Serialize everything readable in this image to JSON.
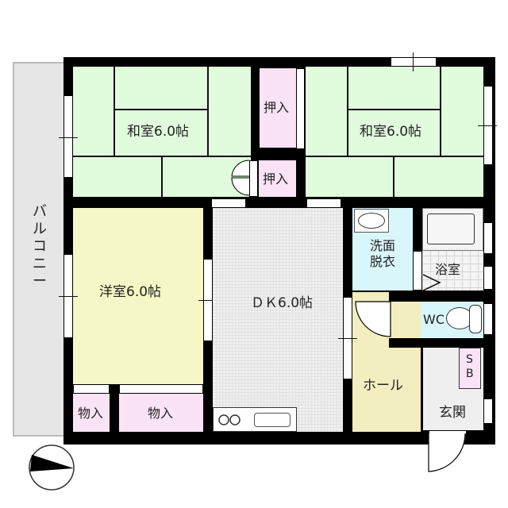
{
  "floorplan": {
    "balcony": {
      "label": "バルコニー"
    },
    "rooms": {
      "washitsu_left": {
        "label": "和室6.0帖",
        "type": "japanese-room",
        "size_jo": 6.0
      },
      "washitsu_right": {
        "label": "和室6.0帖",
        "type": "japanese-room",
        "size_jo": 6.0
      },
      "oshiire_top": {
        "label": "押入"
      },
      "oshiire_bottom": {
        "label": "押入"
      },
      "yoshitsu": {
        "label": "洋室6.0帖",
        "type": "western-room",
        "size_jo": 6.0
      },
      "dk": {
        "label": "ＤＫ6.0帖",
        "type": "dining-kitchen",
        "size_jo": 6.0
      },
      "monoire_left": {
        "label": "物入"
      },
      "monoire_right": {
        "label": "物入"
      },
      "senmen_line1": {
        "label": "洗面"
      },
      "senmen_line2": {
        "label": "脱衣"
      },
      "yokushitsu": {
        "label": "浴室"
      },
      "wc": {
        "label": "WC"
      },
      "hall": {
        "label": "ホール"
      },
      "genkan": {
        "label": "玄関"
      },
      "shoebox_s": {
        "label": "S"
      },
      "shoebox_b": {
        "label": "B"
      }
    },
    "colors": {
      "wall": "#000000",
      "tatami": "#e1fbdd",
      "closet": "#fbe3f6",
      "western_room": "#f6f7c6",
      "wet_area": "#d9f6fb",
      "hall": "#f3eebf",
      "genkan": "#efefef",
      "balcony": "#e6e6e6"
    },
    "compass": {
      "direction": "north-arrow"
    }
  }
}
